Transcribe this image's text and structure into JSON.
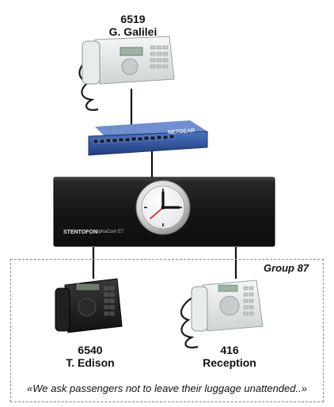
{
  "devices": {
    "top_station": {
      "number": "6519",
      "name": "G. Galilei"
    },
    "left_station": {
      "number": "6540",
      "name": "T. Edison"
    },
    "right_station": {
      "number": "416",
      "name": "Reception"
    }
  },
  "switch": {
    "brand": "NETGEAR"
  },
  "server": {
    "brand": "STENTOFON",
    "model": "alphaCom  E7"
  },
  "group": {
    "name": "Group  87",
    "announcement": "«We ask passengers not to leave their luggage unattended..»"
  },
  "colors": {
    "switch_blue": "#2a4f9a",
    "server_body": "#1c1c1c",
    "clock_hand_red": "#d91a1a",
    "group_border": "#8a8a8a"
  }
}
